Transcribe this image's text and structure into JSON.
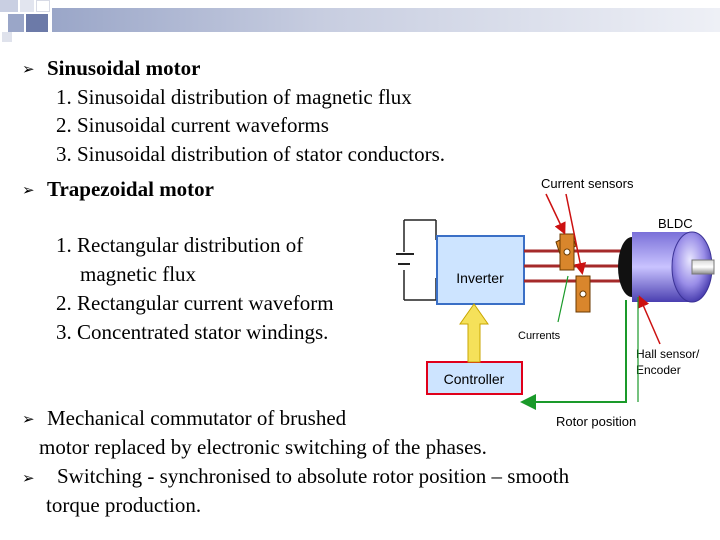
{
  "bullets": [
    {
      "head": "Sinusoidal motor",
      "items": [
        "1. Sinusoidal distribution of magnetic flux",
        "2. Sinusoidal current waveforms",
        "3. Sinusoidal distribution of stator conductors."
      ]
    },
    {
      "head": "Trapezoidal motor",
      "items": [
        "1.  Rectangular distribution of",
        "magnetic flux",
        "2. Rectangular current waveform",
        "3. Concentrated stator windings."
      ]
    },
    {
      "head": "Mechanical commutator of brushed",
      "cont": "motor replaced by electronic switching of the phases."
    },
    {
      "head": "Switching - synchronised to absolute rotor position –  smooth",
      "cont": "torque production."
    }
  ],
  "diagram": {
    "current_sensors": "Current sensors",
    "bldc": "BLDC",
    "inverter": "Inverter",
    "currents": "Currents",
    "controller": "Controller",
    "hall_sensor_line1": "Hall sensor/",
    "hall_sensor_line2": "Encoder",
    "rotor_position": "Rotor position"
  },
  "icons": {
    "bullet": "arrowhead-bullet-icon"
  },
  "colors": {
    "phase_wire": "#a52a2a",
    "signal_wire": "#1a9a2a",
    "sensor_arrow": "#cc1111",
    "inverter_fill": "#cde4ff",
    "controller_border": "#e0001a",
    "feedback_arrow": "#f5e15a"
  }
}
